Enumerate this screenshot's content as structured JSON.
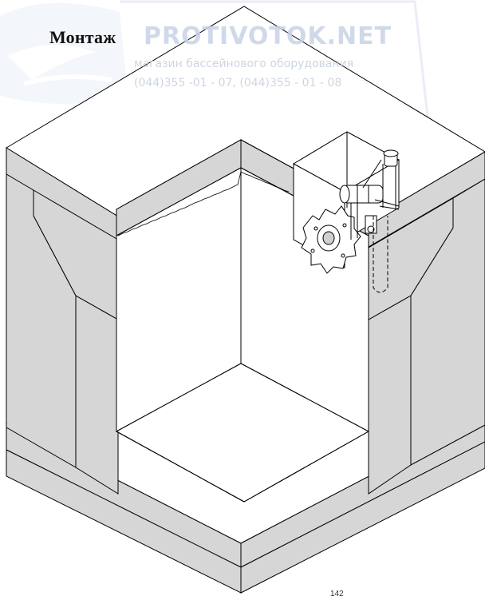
{
  "page": {
    "title": "Монтаж",
    "page_number": "142"
  },
  "watermark": {
    "brand": "PROTIVOTOK.NET",
    "line1": "магазин бассейнового оборудования",
    "line2": "(044)355 -01 - 07, (044)355 - 01 - 08"
  },
  "colors": {
    "concrete_fill": "#d6d6d6",
    "line": "#000000",
    "watermark": "#c7d3e6"
  },
  "icons": {
    "watermark_logo": "wave-logo-icon",
    "equipment": "skimmer-pump-assembly-icon"
  }
}
